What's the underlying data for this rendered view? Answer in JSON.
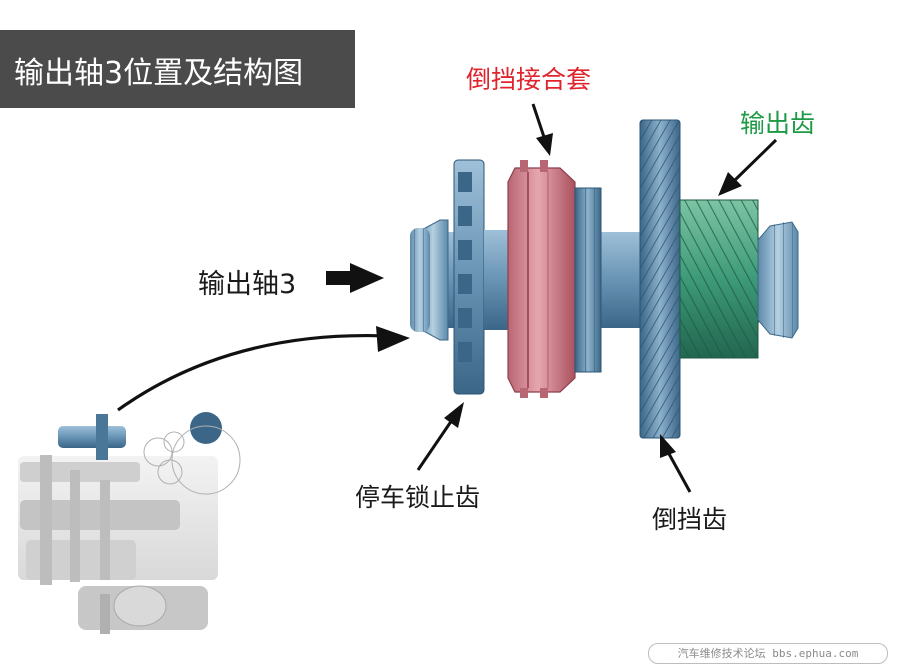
{
  "title": "输出轴3位置及结构图",
  "labels": {
    "reverse_sleeve": "倒挡接合套",
    "output_gear": "输出齿",
    "output_shaft": "输出轴3",
    "parking_lock_gear": "停车锁止齿",
    "reverse_gear": "倒挡齿"
  },
  "watermark": "汽车维修技术论坛 bbs.ephua.com",
  "colors": {
    "title_bg": "#4b4b4b",
    "reverse_sleeve_label": "#e0242e",
    "output_gear_label": "#1e9a45",
    "shaft_blue": "#5d88a8",
    "sleeve_pink": "#d98a95",
    "output_gear_green": "#3d9a78"
  }
}
